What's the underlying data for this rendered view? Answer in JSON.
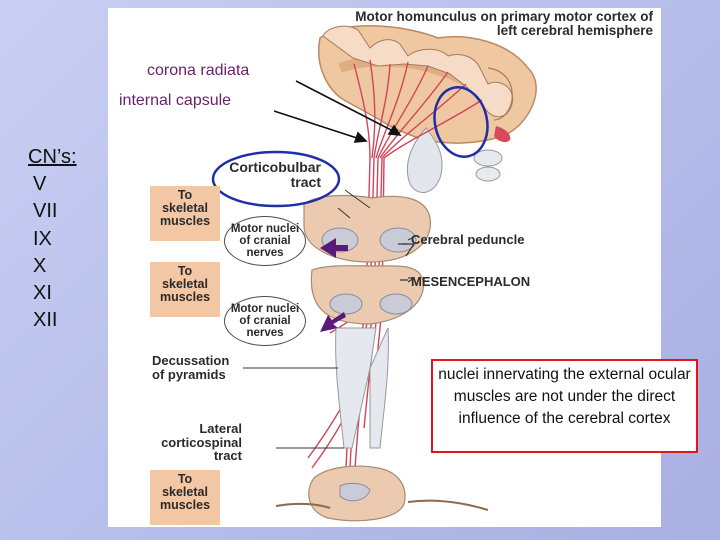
{
  "figure": {
    "title_line1": "Motor homunculus on primary motor cortex of",
    "title_line2": "left cerebral hemisphere",
    "corticobulbar_line1": "Corticobulbar",
    "corticobulbar_line2": "tract",
    "skeletal_1": [
      "To",
      "skeletal",
      "muscles"
    ],
    "skeletal_2": [
      "To",
      "skeletal",
      "muscles"
    ],
    "skeletal_3": [
      "To",
      "skeletal",
      "muscles"
    ],
    "motor_nuclei_1": [
      "Motor nuclei",
      "of cranial",
      "nerves"
    ],
    "motor_nuclei_2": [
      "Motor nuclei",
      "of cranial",
      "nerves"
    ],
    "cerebral_peduncle": "Cerebral peduncle",
    "mesencephalon": "MESENCEPHALON",
    "decussation_line1": "Decussation",
    "decussation_line2": "of pyramids",
    "lateral_line1": "Lateral",
    "lateral_line2": "corticospinal",
    "lateral_line3": "tract"
  },
  "annotations": {
    "corona_radiata": "corona radiata",
    "internal_capsule": "internal capsule"
  },
  "cranial_nerves": {
    "heading": "CN’s:",
    "items": [
      "V",
      "VII",
      "IX",
      "X",
      "XI",
      "XII"
    ]
  },
  "note": "nuclei innervating the external ocular muscles are not under the direct influence of the cerebral cortex",
  "colors": {
    "background": "#b9bfeb",
    "highlight_oval": "#1f2fa8",
    "arrow": "#5a1a7a",
    "note_border": "#e4141b",
    "label_text": "#6b1f6b",
    "tract": "#d0455a",
    "tissue": "#f0c9a3"
  }
}
